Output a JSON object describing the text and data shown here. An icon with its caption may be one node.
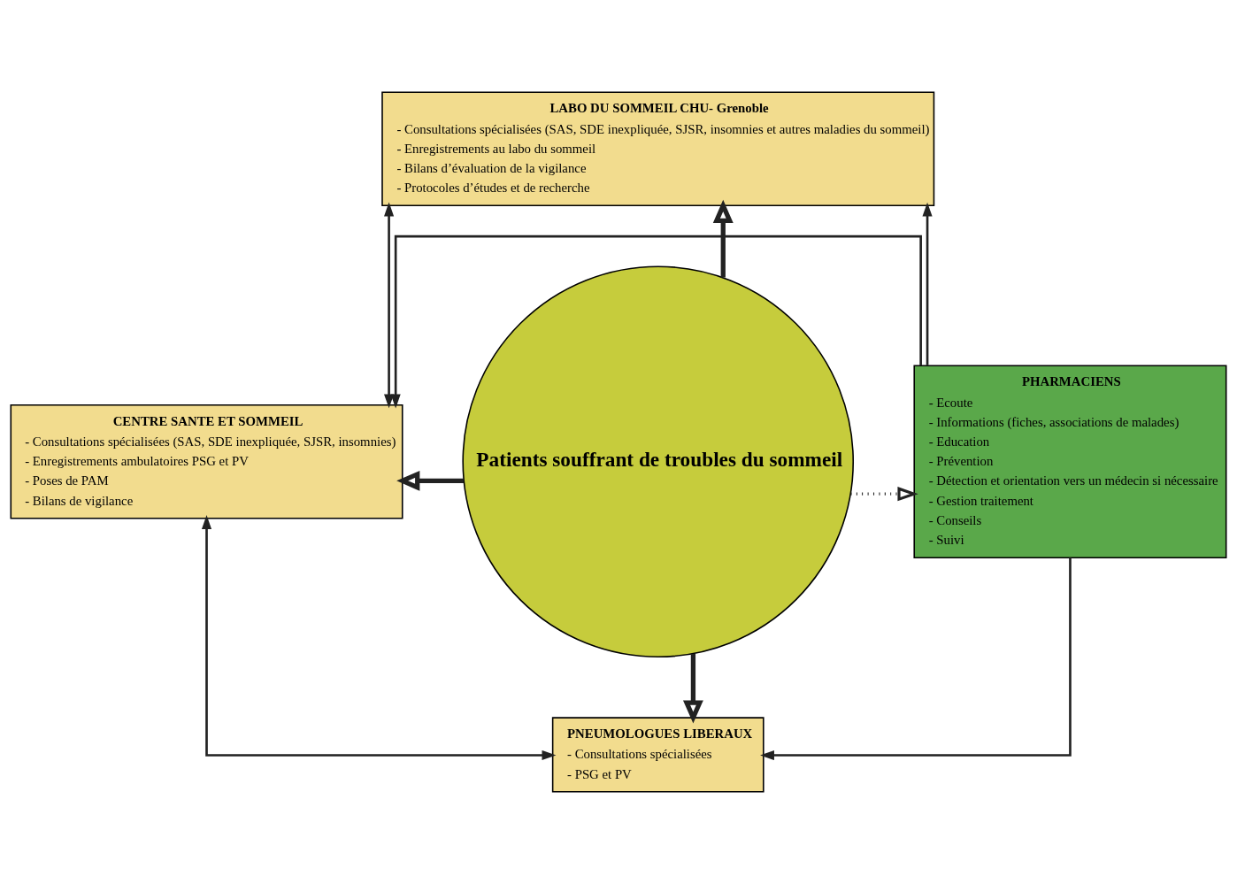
{
  "diagram": {
    "nodes": [
      {
        "text": [
          "LABO DU SOMMEIL CHU- Grenoble",
          "- Consultations spécialisées (SAS, SDE inexpliquée, SJSR, insomnies et autres maladies du sommeil)",
          "- Enregistrements au labo du sommeil",
          "- Bilans d’évaluation de la vigilance",
          "- Protocoles d’études et de recherche"
        ]
      },
      {
        "text": [
          "CENTRE SANTE ET SOMMEIL",
          "- Consultations spécialisées (SAS, SDE inexpliquée, SJSR, insomnies)",
          "- Enregistrements ambulatoires PSG et PV",
          "- Poses de PAM",
          "- Bilans de vigilance"
        ]
      },
      {
        "text": [
          "Patients souffrant de troubles du sommeil"
        ]
      },
      {
        "text": [
          "PHARMACIENS",
          "- Ecoute",
          "- Informations (fiches, associations de malades)",
          "- Education",
          "- Prévention",
          "- Détection et orientation vers un médecin si nécessaire",
          "- Gestion traitement",
          "- Conseils",
          "- Suivi"
        ]
      },
      {
        "text": [
          "PNEUMOLOGUES LIBERAUX",
          "- Consultations spécialisées",
          "- PSG et PV"
        ]
      }
    ],
    "edges": [
      {
        "from": 3,
        "to": 1,
        "arrow": "to"
      },
      {
        "from": 1,
        "to": 0,
        "arrow": "both"
      },
      {
        "from": 3,
        "to": 0,
        "arrow": "to"
      },
      {
        "from": 2,
        "to": 0,
        "arrow": "to",
        "style": "thick"
      },
      {
        "from": 2,
        "to": 1,
        "arrow": "to",
        "style": "thick"
      },
      {
        "from": 2,
        "to": 3,
        "arrow": "to",
        "style": "dashed"
      },
      {
        "from": 2,
        "to": 4,
        "arrow": "to",
        "style": "thick"
      },
      {
        "from": 1,
        "to": 4,
        "arrow": "both"
      },
      {
        "from": 3,
        "to": 4,
        "arrow": "to"
      }
    ]
  }
}
